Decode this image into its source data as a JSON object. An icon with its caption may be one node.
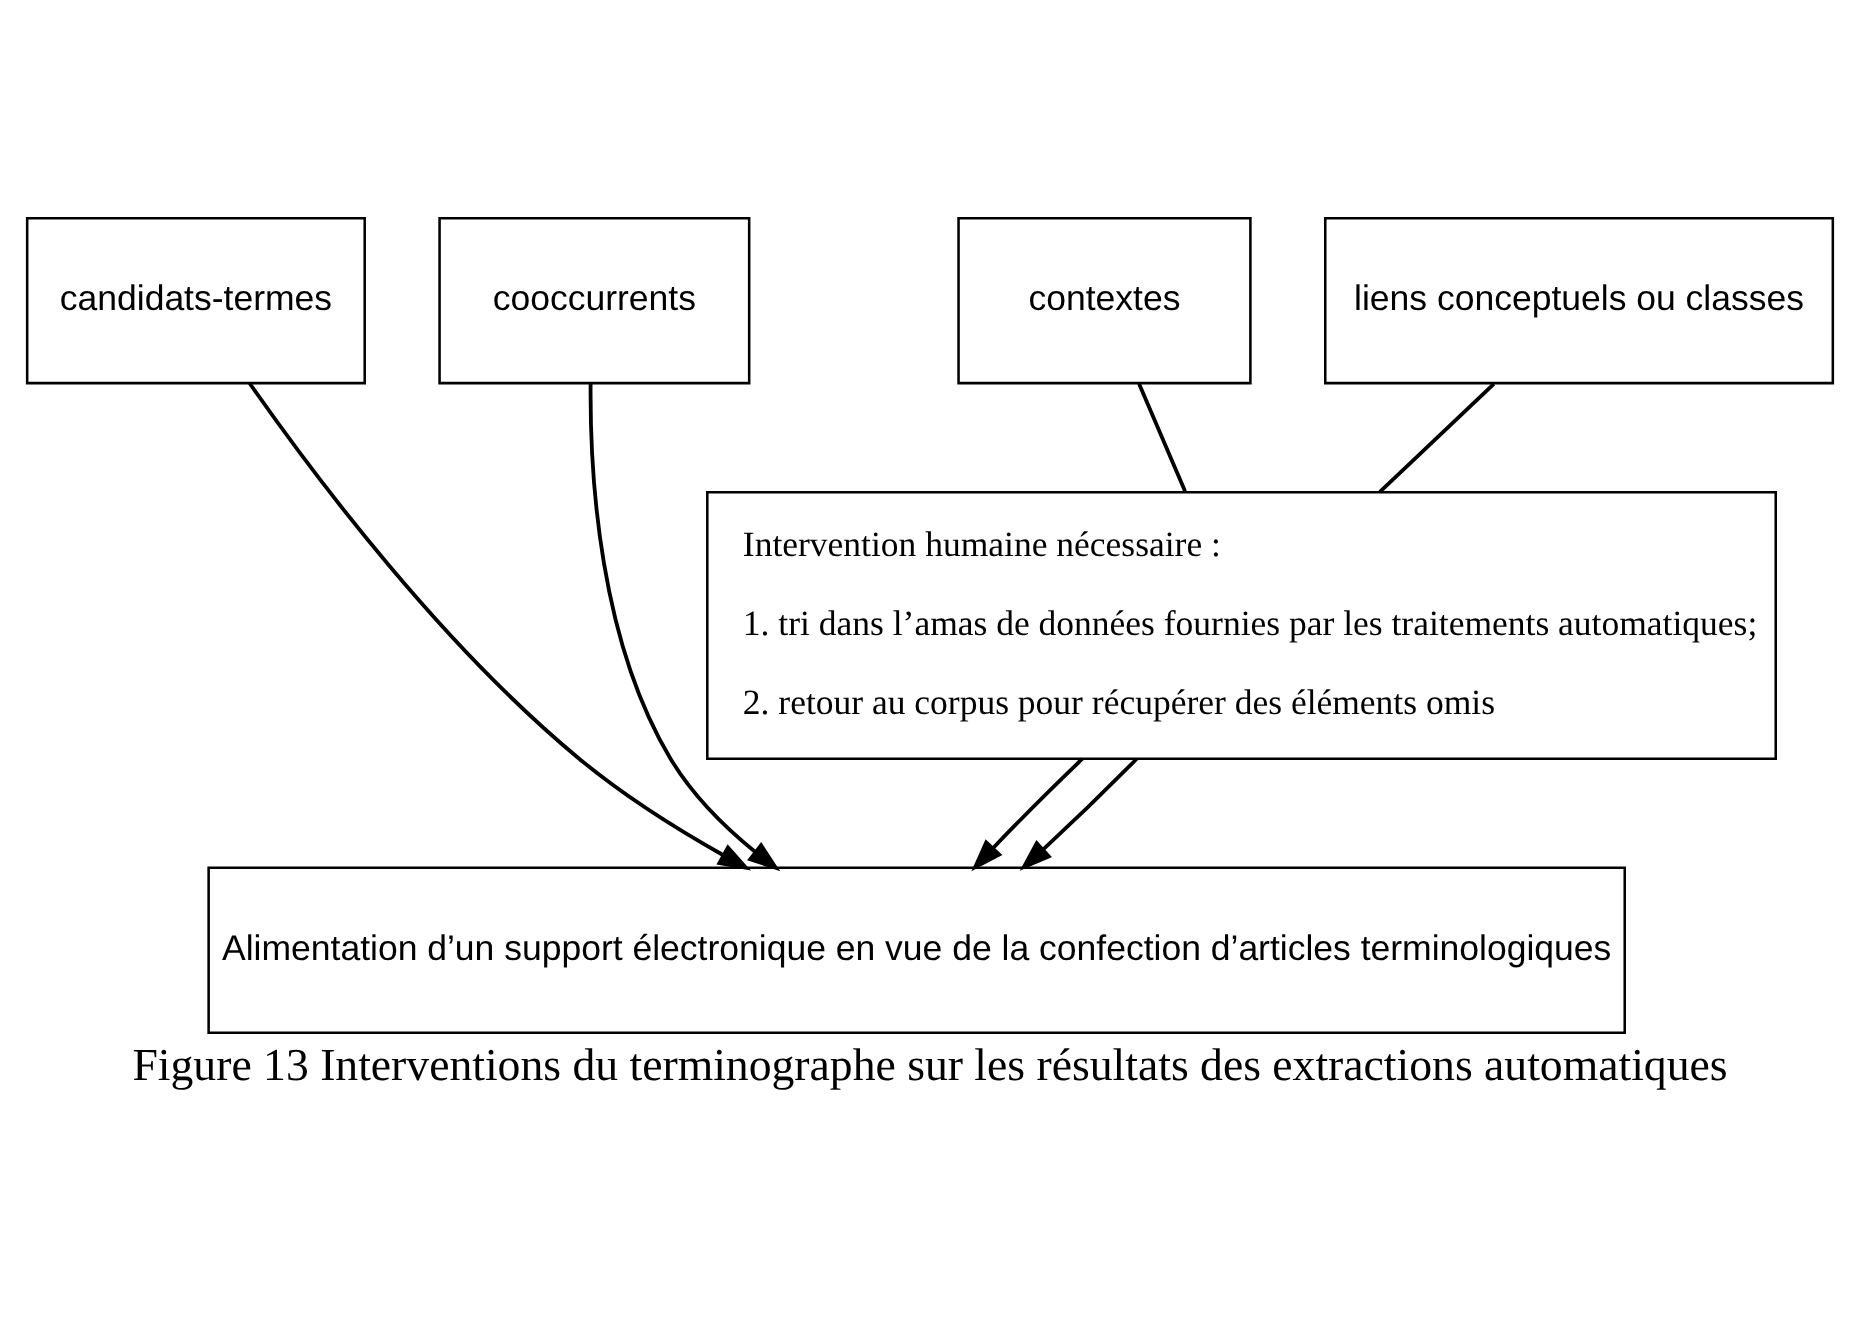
{
  "diagram": {
    "caption": "Figure 13 Interventions du terminographe sur les résultats des extractions automatiques",
    "nodes": [
      {
        "text": [
          "candidats-termes"
        ]
      },
      {
        "text": [
          "contextes"
        ]
      },
      {
        "text": [
          "liens conceptuels ou classes"
        ]
      },
      {
        "text": [
          "cooccurrents"
        ]
      },
      {
        "text": [
          "Intervention humaine nécessaire :",
          "1. tri dans l’amas de données fournies par les traitements automatiques;",
          "2. retour au corpus pour récupérer des éléments omis"
        ]
      },
      {
        "text": [
          "Alimentation d’un support électronique en vue de la confection d’articles terminologiques"
        ]
      }
    ],
    "edges": [
      {
        "from": 0,
        "to": 5,
        "arrow": "to"
      },
      {
        "from": 1,
        "to": 4,
        "arrow": "none"
      },
      {
        "from": 2,
        "to": 4,
        "arrow": "none"
      },
      {
        "from": 4,
        "to": 5,
        "arrow": "to"
      },
      {
        "from": 4,
        "to": 5,
        "arrow": "to"
      },
      {
        "from": 3,
        "to": 5,
        "arrow": "to"
      }
    ]
  }
}
